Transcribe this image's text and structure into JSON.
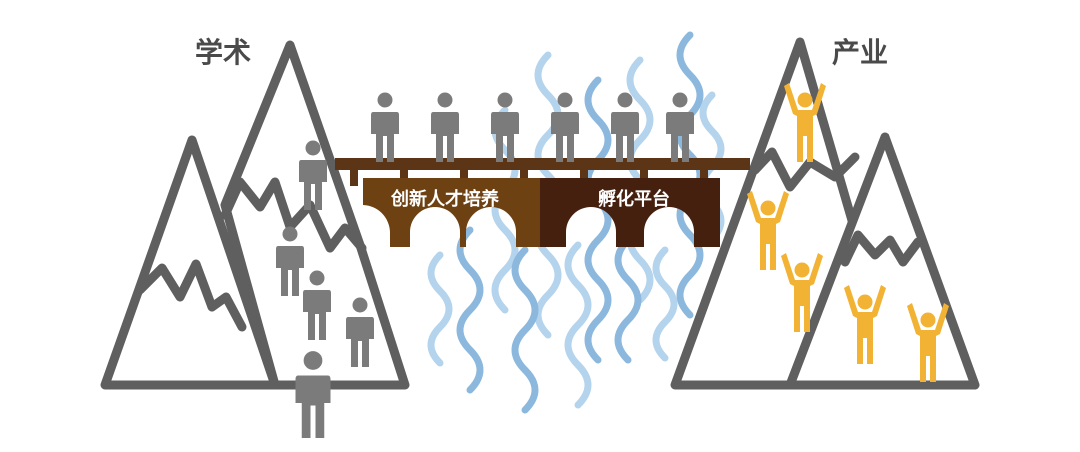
{
  "labels": {
    "left": "学术",
    "right": "产业"
  },
  "bridge": {
    "left_label": "创新人才培养",
    "right_label": "孵化平台"
  },
  "colors": {
    "mountain": "#5f5f5f",
    "wave_light": "#b4d3ec",
    "wave_dark": "#8cb8de",
    "person_grey": "#7b7b7b",
    "person_gold": "#f2b233",
    "bridge_left": "#6e4113",
    "bridge_right": "#46200f",
    "bridge_deck": "#5c3517"
  }
}
